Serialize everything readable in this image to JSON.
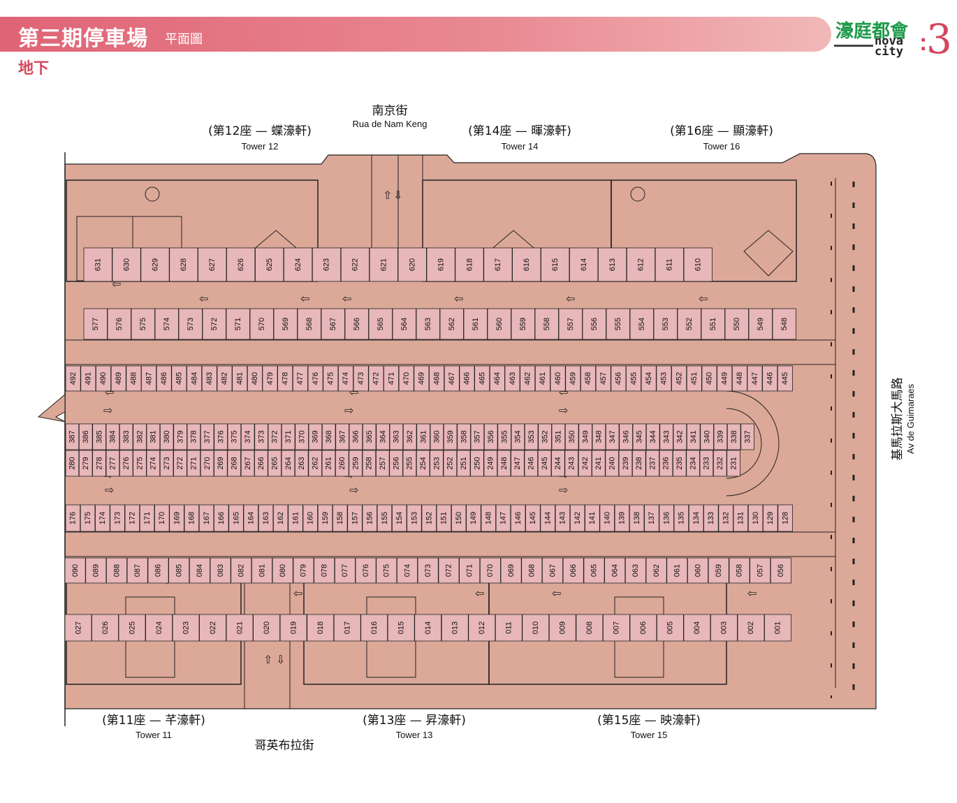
{
  "header": {
    "title": "第三期停車場",
    "subtitle": "平面圖",
    "level": "地下",
    "logo_cn": "濠庭都會",
    "logo_en_line1": "nova",
    "logo_en_line2": "city",
    "logo_number": "3"
  },
  "streets": {
    "north_cn": "南京街",
    "north_en": "Rua de Nam Keng",
    "south_cn": "哥英布拉街",
    "east_cn": "基馬拉斯大馬路",
    "east_en": "Av de Guimaraes"
  },
  "towers": {
    "t12_cn": "(第12座 — 蝶濠軒)",
    "t12_en": "Tower 12",
    "t14_cn": "(第14座 — 暉濠軒)",
    "t14_en": "Tower 14",
    "t16_cn": "(第16座 — 顯濠軒)",
    "t16_en": "Tower 16",
    "t11_cn": "(第11座 — 芊濠軒)",
    "t11_en": "Tower 11",
    "t13_cn": "(第13座 — 昇濠軒)",
    "t13_en": "Tower 13",
    "t15_cn": "(第15座 — 映濠軒)",
    "t15_en": "Tower 15"
  },
  "colors": {
    "floor": "#dca898",
    "spot": "#e8b7b9",
    "accent": "#d4465c",
    "logo_green": "#1e9a4a"
  },
  "parking_rows": [
    {
      "name": "row-a-top",
      "spots": [
        "631",
        "630",
        "629",
        "628",
        "627",
        "626",
        "625",
        "624",
        "623",
        "622",
        "621",
        "620",
        "619",
        "618",
        "617",
        "616",
        "615",
        "614",
        "613",
        "612",
        "611",
        "610"
      ]
    },
    {
      "name": "row-b",
      "spots": [
        "577",
        "576",
        "575",
        "574",
        "573",
        "572",
        "571",
        "570",
        "569",
        "568",
        "567",
        "566",
        "565",
        "564",
        "563",
        "562",
        "561",
        "560",
        "559",
        "558",
        "557",
        "556",
        "555",
        "554",
        "553",
        "552",
        "551",
        "550",
        "549",
        "548"
      ]
    },
    {
      "name": "row-c",
      "spots": [
        "492",
        "491",
        "490",
        "489",
        "488",
        "487",
        "486",
        "485",
        "484",
        "483",
        "482",
        "481",
        "480",
        "479",
        "478",
        "477",
        "476",
        "475",
        "474",
        "473",
        "472",
        "471",
        "470",
        "469",
        "468",
        "467",
        "466",
        "465",
        "464",
        "463",
        "462",
        "461",
        "460",
        "459",
        "458",
        "457",
        "456",
        "455",
        "454",
        "453",
        "452",
        "451",
        "450",
        "449",
        "448",
        "447",
        "446",
        "445"
      ]
    },
    {
      "name": "row-d",
      "spots": [
        "387",
        "386",
        "385",
        "384",
        "383",
        "382",
        "381",
        "380",
        "379",
        "378",
        "377",
        "376",
        "375",
        "374",
        "373",
        "372",
        "371",
        "370",
        "369",
        "368",
        "367",
        "366",
        "365",
        "364",
        "363",
        "362",
        "361",
        "360",
        "359",
        "358",
        "357",
        "356",
        "355",
        "354",
        "353",
        "352",
        "351",
        "350",
        "349",
        "348",
        "347",
        "346",
        "345",
        "344",
        "343",
        "342",
        "341",
        "340",
        "339",
        "338",
        "337"
      ]
    },
    {
      "name": "row-e",
      "spots": [
        "280",
        "279",
        "278",
        "277",
        "276",
        "275",
        "274",
        "273",
        "272",
        "271",
        "270",
        "269",
        "268",
        "267",
        "266",
        "265",
        "264",
        "263",
        "262",
        "261",
        "260",
        "259",
        "258",
        "257",
        "256",
        "255",
        "254",
        "253",
        "252",
        "251",
        "250",
        "249",
        "248",
        "247",
        "246",
        "245",
        "244",
        "243",
        "242",
        "241",
        "240",
        "239",
        "238",
        "237",
        "236",
        "235",
        "234",
        "233",
        "232",
        "231"
      ]
    },
    {
      "name": "row-f",
      "spots": [
        "176",
        "175",
        "174",
        "173",
        "172",
        "171",
        "170",
        "169",
        "168",
        "167",
        "166",
        "165",
        "164",
        "163",
        "162",
        "161",
        "160",
        "159",
        "158",
        "157",
        "156",
        "155",
        "154",
        "153",
        "152",
        "151",
        "150",
        "149",
        "148",
        "147",
        "146",
        "145",
        "144",
        "143",
        "142",
        "141",
        "140",
        "139",
        "138",
        "137",
        "136",
        "135",
        "134",
        "133",
        "132",
        "131",
        "130",
        "129",
        "128"
      ]
    },
    {
      "name": "row-g",
      "spots": [
        "090",
        "089",
        "088",
        "087",
        "086",
        "085",
        "084",
        "083",
        "082",
        "081",
        "080",
        "079",
        "078",
        "077",
        "076",
        "075",
        "074",
        "073",
        "072",
        "071",
        "070",
        "069",
        "068",
        "067",
        "066",
        "065",
        "064",
        "063",
        "062",
        "061",
        "060",
        "059",
        "058",
        "057",
        "056"
      ]
    },
    {
      "name": "row-h",
      "spots": [
        "027",
        "026",
        "025",
        "024",
        "023",
        "022",
        "021",
        "020",
        "019",
        "018",
        "017",
        "016",
        "015",
        "014",
        "013",
        "012",
        "011",
        "010",
        "009",
        "008",
        "007",
        "006",
        "005",
        "004",
        "003",
        "002",
        "001"
      ]
    }
  ]
}
